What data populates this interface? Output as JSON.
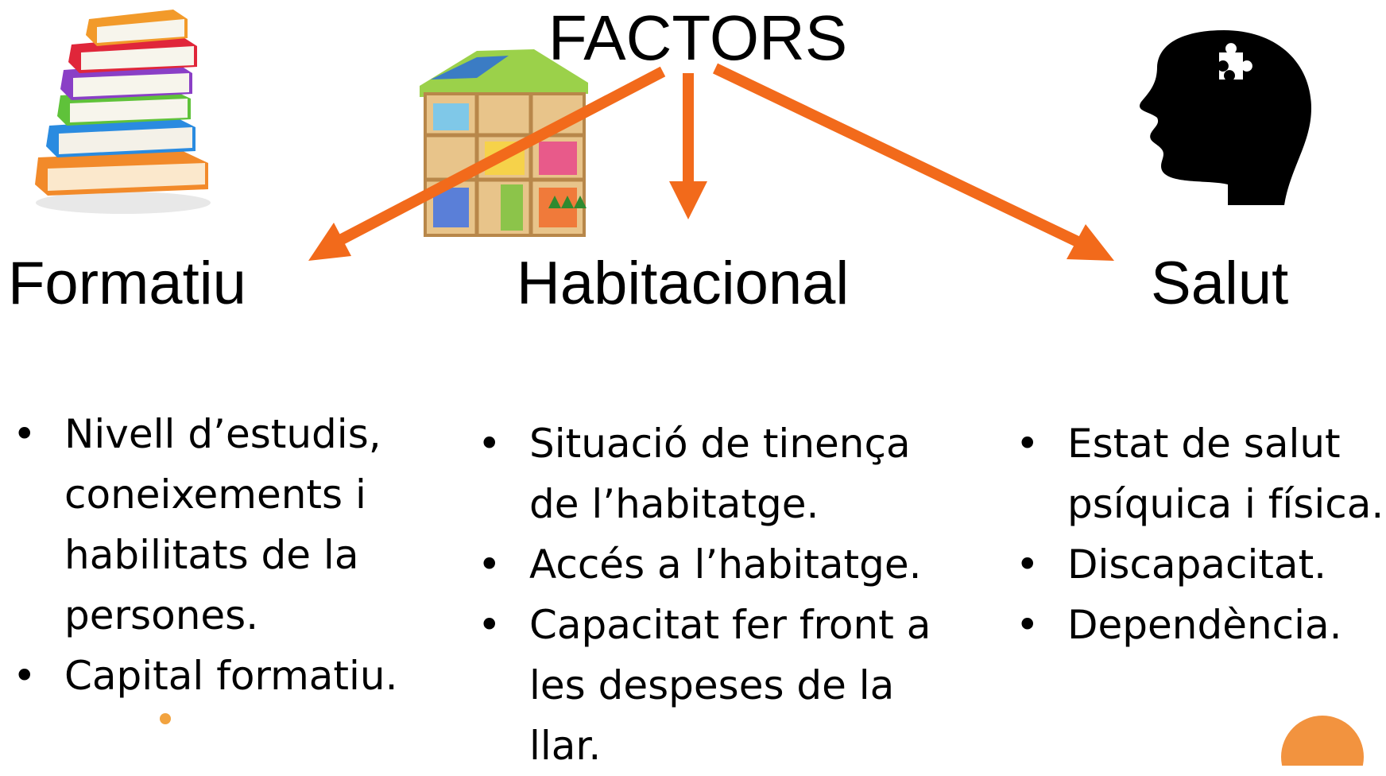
{
  "title": "FACTORS",
  "categories": {
    "formatiu": "Formatiu",
    "habitacional": "Habitacional",
    "salut": "Salut"
  },
  "formatiu_items": [
    "Nivell d’estudis, coneixements i habilitats de la persones.",
    "Capital formatiu."
  ],
  "habitacional_items": [
    "Situació de tinença de l’habitatge.",
    "Accés a l’habitatge.",
    "Capacitat fer front a les despeses de la llar."
  ],
  "salut_items": [
    "Estat de salut psíquica i física.",
    "Discapacitat.",
    "Dependència."
  ],
  "colors": {
    "arrow": "#f26a1b",
    "accent_circle": "#f2933f",
    "head": "#000000"
  },
  "icons": {
    "books": "stack-of-books-icon",
    "house": "dollhouse-icon",
    "head": "head-with-puzzle-icon"
  }
}
